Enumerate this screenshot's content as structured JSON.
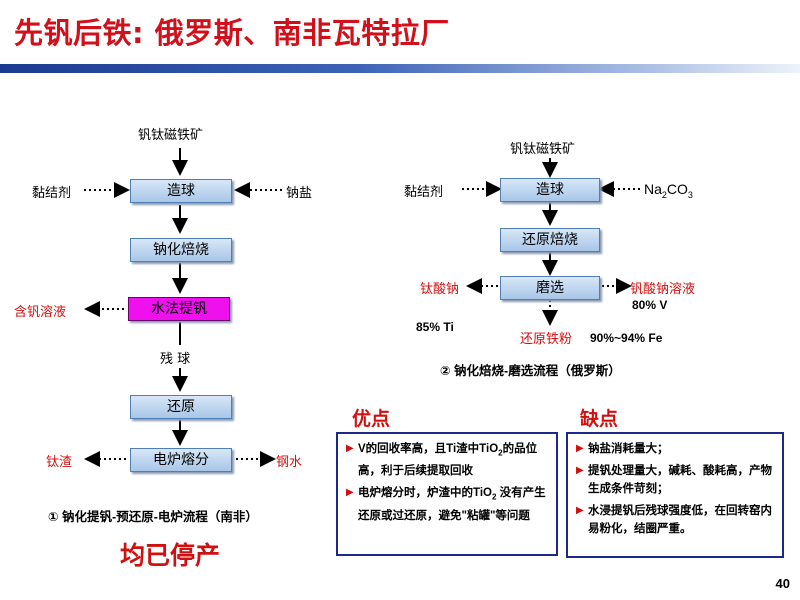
{
  "title": "先钒后铁: 俄罗斯、南非瓦特拉厂",
  "left_flow": {
    "input": "钒钛磁铁矿",
    "side_left_1": "黏结剂",
    "side_right_1": "钠盐",
    "steps": [
      "造球",
      "钠化焙烧",
      "水法提钒",
      "还原",
      "电炉熔分"
    ],
    "leach_out": "含钒溶液",
    "residue": "残 球",
    "slag_out": "钛渣",
    "iron_out": "钢水",
    "caption": "① 钠化提钒-预还原-电炉流程（南非）",
    "status": "均已停产"
  },
  "right_flow": {
    "input": "钒钛磁铁矿",
    "side_left_1": "黏结剂",
    "side_right_1": "Na2CO3",
    "steps": [
      "造球",
      "还原焙烧",
      "磨选"
    ],
    "out_left": "钛酸钠",
    "out_left_pct": "85% Ti",
    "out_right": "钒酸钠溶液",
    "out_right_pct": "80% V",
    "out_bottom": "还原铁粉",
    "out_bottom_pct": "90%~94% Fe",
    "caption": "② 钠化焙烧-磨选流程（俄罗斯）"
  },
  "pros": {
    "heading": "优点",
    "items": [
      "V的回收率高，且Ti渣中TiO2的品位高，利于后续提取回收",
      "电炉熔分时，炉渣中的TiO2 没有产生还原或过还原，避免\"粘罐\"等问题"
    ]
  },
  "cons": {
    "heading": "缺点",
    "items": [
      "钠盐消耗量大；",
      "提钒处理量大，碱耗、酸耗高，产物生成条件苛刻；",
      "水浸提钒后残球强度低，在回转窑内易粉化，结圈严重。"
    ]
  },
  "page_number": "40",
  "colors": {
    "title": "#d0101a",
    "box": "#a8c6e8",
    "highlight_box": "#ee11ee",
    "panel_border": "#1b2a8a"
  }
}
